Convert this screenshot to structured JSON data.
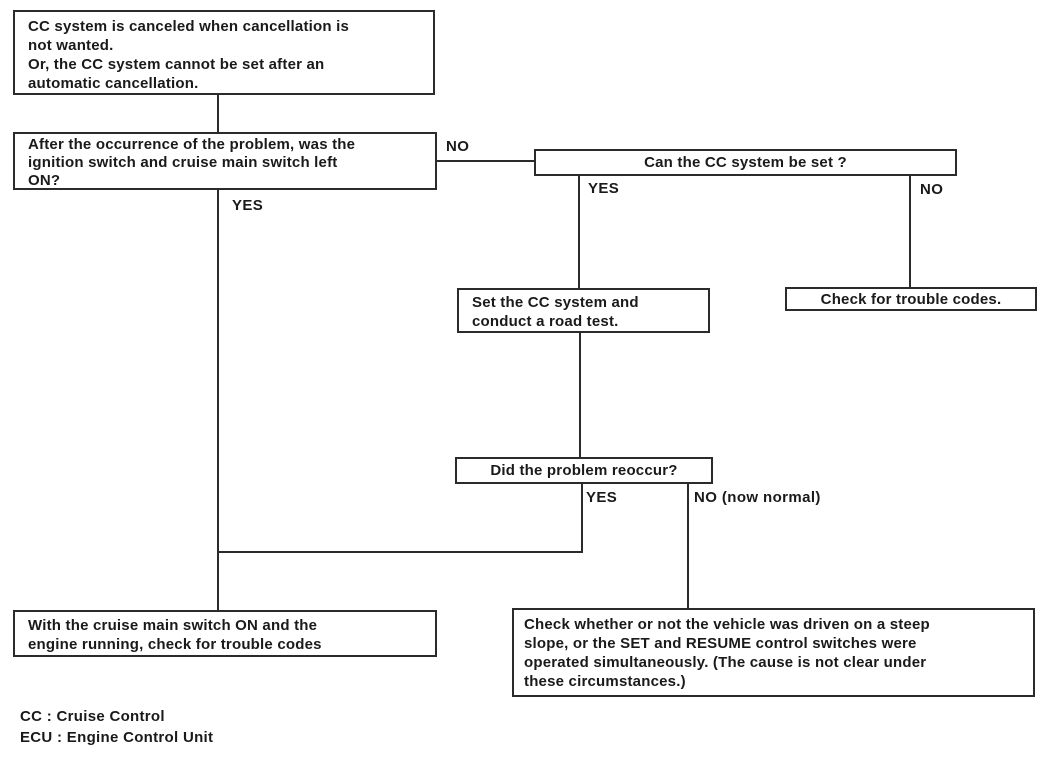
{
  "flowchart": {
    "nodes": {
      "problem": {
        "text": "CC system is canceled when cancellation is\nnot wanted.\nOr, the CC system cannot be set after an\nautomatic cancellation."
      },
      "q_ignition": {
        "text": "After the occurrence of the problem, was the\nignition switch and cruise main switch left\nON?"
      },
      "q_can_set": {
        "text": "Can the CC system be set ?"
      },
      "set_road_test": {
        "text": "Set the CC system and\nconduct a road test."
      },
      "check_codes": {
        "text": "Check for trouble codes."
      },
      "q_reoccur": {
        "text": "Did the problem reoccur?"
      },
      "check_codes_engine": {
        "text": "With the cruise main switch ON and the\nengine running, check for trouble codes"
      },
      "check_steep_slope": {
        "text": "Check whether or not the vehicle was driven on a steep\nslope, or the SET and RESUME control switches were\noperated simultaneously. (The cause is not clear under\nthese circumstances.)"
      }
    },
    "edge_labels": {
      "ignition_yes": "YES",
      "ignition_no": "NO",
      "can_set_yes": "YES",
      "can_set_no": "NO",
      "reoccur_yes": "YES",
      "reoccur_no": "NO (now normal)"
    },
    "edges": [
      {
        "from": "problem",
        "to": "q_ignition",
        "label": ""
      },
      {
        "from": "q_ignition",
        "to": "check_codes_engine",
        "label": "YES"
      },
      {
        "from": "q_ignition",
        "to": "q_can_set",
        "label": "NO"
      },
      {
        "from": "q_can_set",
        "to": "set_road_test",
        "label": "YES"
      },
      {
        "from": "q_can_set",
        "to": "check_codes",
        "label": "NO"
      },
      {
        "from": "set_road_test",
        "to": "q_reoccur",
        "label": ""
      },
      {
        "from": "q_reoccur",
        "to": "check_codes_engine",
        "label": "YES"
      },
      {
        "from": "q_reoccur",
        "to": "check_steep_slope",
        "label": "NO (now normal)"
      }
    ]
  },
  "legend": {
    "lines": [
      "CC : Cruise Control",
      "ECU : Engine Control Unit"
    ]
  },
  "colors": {
    "line": "#2b2b2b",
    "text": "#1a1a1a",
    "background": "#ffffff"
  }
}
